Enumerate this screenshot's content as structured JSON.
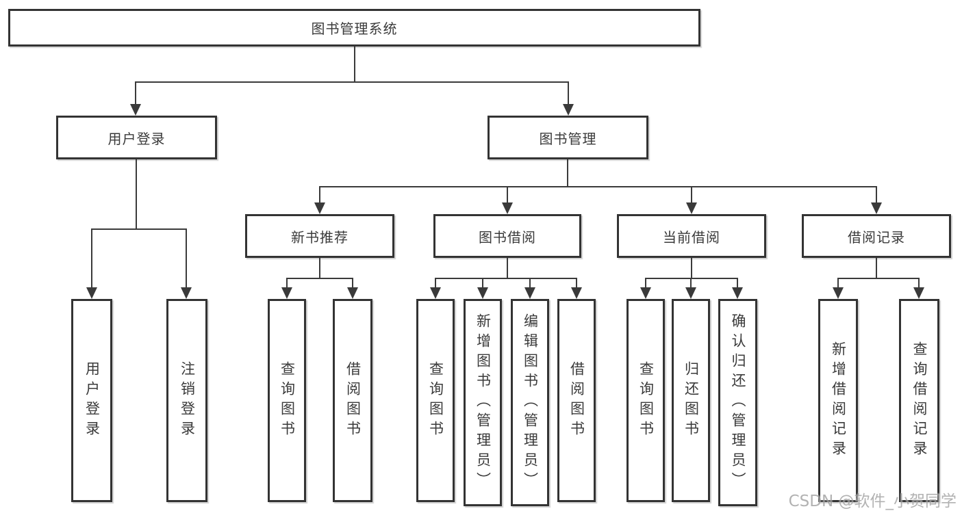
{
  "tree": {
    "label": "图书管理系统",
    "children": [
      {
        "label": "用户登录",
        "children": [
          {
            "label": "用户登录"
          },
          {
            "label": "注销登录"
          }
        ]
      },
      {
        "label": "图书管理",
        "children": [
          {
            "label": "新书推荐",
            "children": [
              {
                "label": "查询图书"
              },
              {
                "label": "借阅图书"
              }
            ]
          },
          {
            "label": "图书借阅",
            "children": [
              {
                "label": "查询图书"
              },
              {
                "label": "新增图书（管理员）"
              },
              {
                "label": "编辑图书（管理员）"
              },
              {
                "label": "借阅图书"
              }
            ]
          },
          {
            "label": "当前借阅",
            "children": [
              {
                "label": "查询图书"
              },
              {
                "label": "归还图书"
              },
              {
                "label": "确认归还（管理员）"
              }
            ]
          },
          {
            "label": "借阅记录",
            "children": [
              {
                "label": "新增借阅记录"
              },
              {
                "label": "查询借阅记录"
              }
            ]
          }
        ]
      }
    ]
  },
  "watermark": "CSDN @软件_小贺同学",
  "colors": {
    "line": "#3a3a3a",
    "box_border": "#333333",
    "text": "#3a3a3a",
    "watermark": "#a0a0a0",
    "background": "#ffffff"
  }
}
